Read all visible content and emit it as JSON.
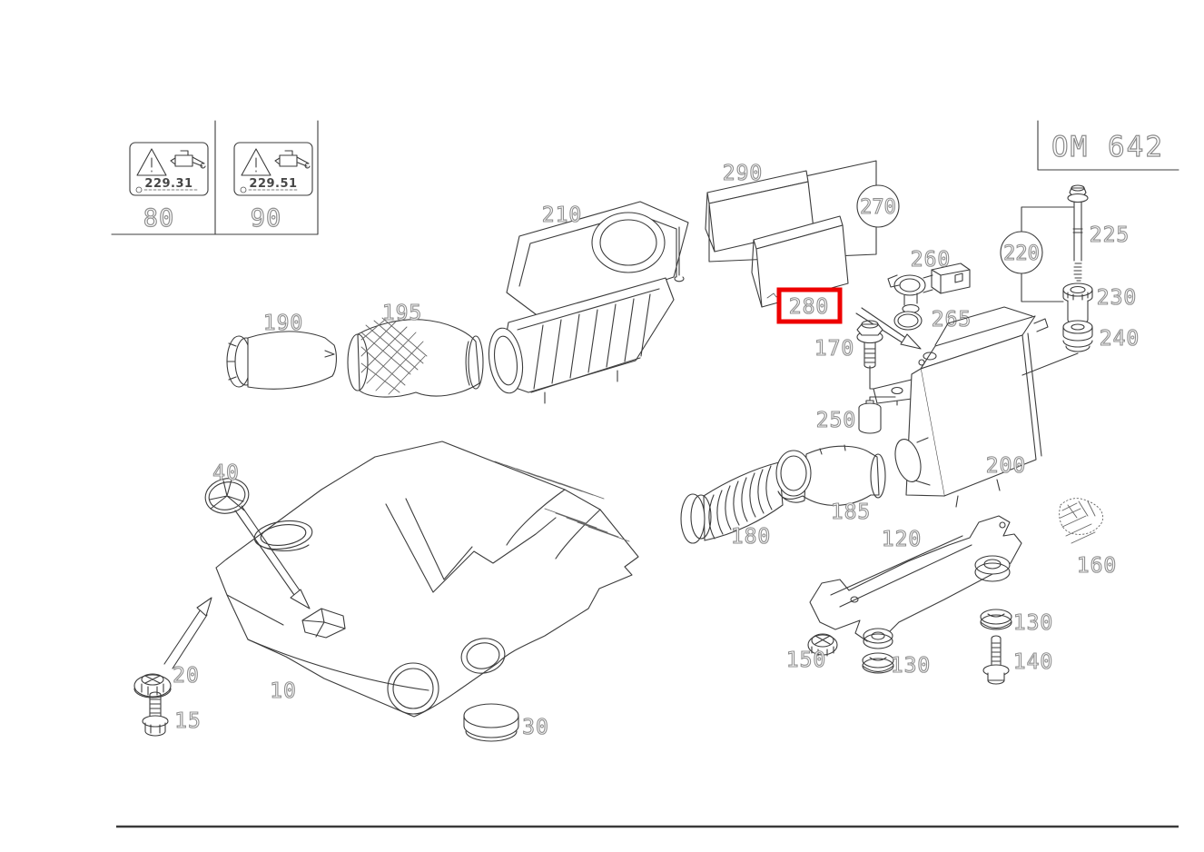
{
  "page": {
    "engine_code": "OM 642",
    "highlighted_part_no": "280",
    "colors": {
      "line": "#3c3c3c",
      "label_outline": "#8f8f8f",
      "highlight_red": "#ee0000",
      "background": "#ffffff"
    }
  },
  "oil_specs": [
    {
      "part_no": "80",
      "spec": "229.31"
    },
    {
      "part_no": "90",
      "spec": "229.51"
    }
  ],
  "parts": {
    "10": "10",
    "15": "15",
    "20": "20",
    "30": "30",
    "40": "40",
    "120": "120",
    "130": "130",
    "140": "140",
    "150": "150",
    "160": "160",
    "170": "170",
    "180": "180",
    "185": "185",
    "190": "190",
    "195": "195",
    "200": "200",
    "210": "210",
    "220": "220",
    "225": "225",
    "230": "230",
    "240": "240",
    "250": "250",
    "260": "260",
    "265": "265",
    "270": "270",
    "280": "280",
    "290": "290"
  }
}
